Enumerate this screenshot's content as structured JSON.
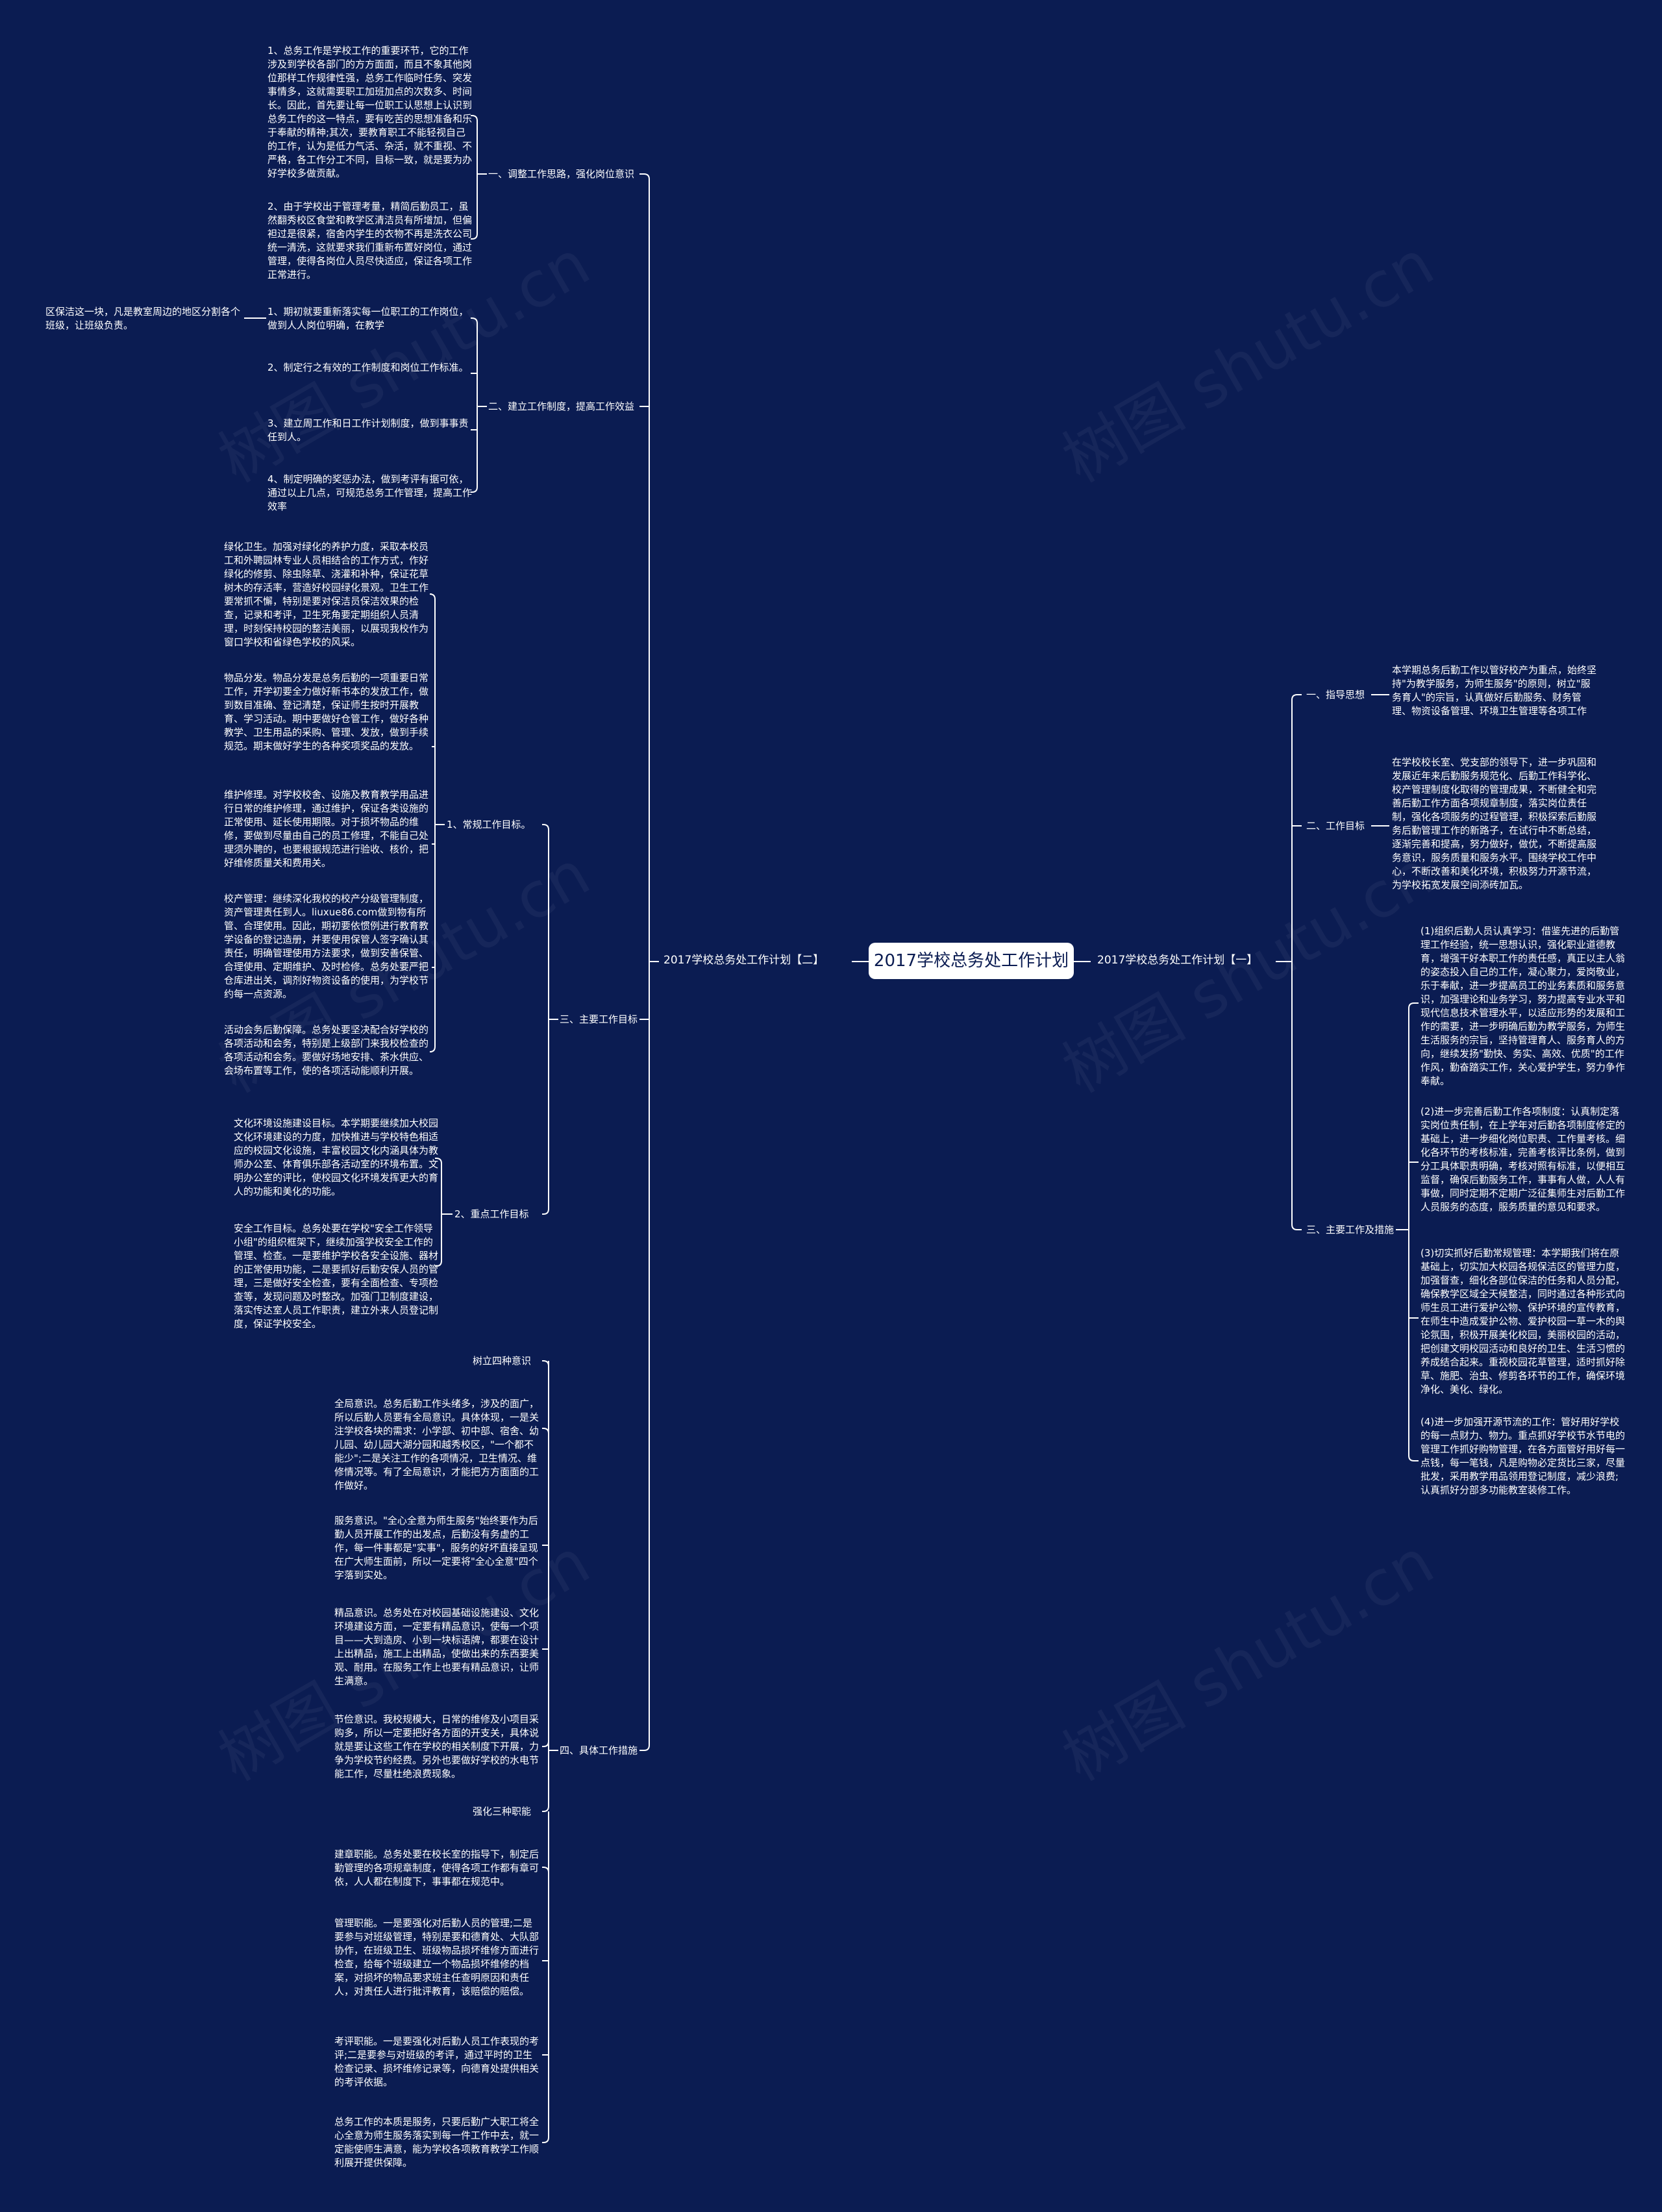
{
  "root": "2017学校总务处工作计划",
  "watermark": "树图 shutu.cn",
  "left_branch": {
    "label": "2017学校总务处工作计划【二】",
    "s1": {
      "label": "一、调整工作思路，强化岗位意识",
      "p1": "1、总务工作是学校工作的重要环节，它的工作涉及到学校各部门的方方面面，而且不象其他岗位那样工作规律性强，总务工作临时任务、突发事情多，这就需要职工加班加点的次数多、时间长。因此，首先要让每一位职工认思想上认识到总务工作的这一特点，要有吃苦的思想准备和乐于奉献的精神;其次，要教育职工不能轻视自己的工作，认为是低力气活、杂活，就不重视、不严格，各工作分工不同，目标一致，就是要为办好学校多做贡献。",
      "p2": "2、由于学校出于管理考量，精简后勤员工，虽然翻秀校区食堂和教学区清洁员有所增加，但偏袒过是很紧，宿舍内学生的衣物不再是洗衣公司统一清洗，这就要求我们重新布置好岗位，通过管理，使得各岗位人员尽快适应，保证各项工作正常进行。"
    },
    "s2": {
      "label": "二、建立工作制度，提高工作效益",
      "side_note": "区保洁这一块，凡是教室周边的地区分割各个班级，让班级负责。",
      "items": [
        "1、期初就要重新落实每一位职工的工作岗位，做到人人岗位明确，在教学",
        "2、制定行之有效的工作制度和岗位工作标准。",
        "3、建立周工作和日工作计划制度，做到事事责任到人。",
        "4、制定明确的奖惩办法，做到考评有据可依，通过以上几点，可规范总务工作管理，提高工作效率"
      ]
    },
    "s3": {
      "label": "三、主要工作目标",
      "g1": {
        "label": "1、常规工作目标。",
        "items": [
          "绿化卫生。加强对绿化的养护力度，采取本校员工和外聘园林专业人员相结合的工作方式，作好绿化的修剪、除虫除草、浇灌和补种，保证花草树木的存活率，营造好校园绿化景观。卫生工作要常抓不懈，特别是要对保洁员保洁效果的检查，记录和考评，卫生死角要定期组织人员清理，时刻保持校园的整洁美丽，以展现我校作为窗口学校和省绿色学校的风采。",
          "物品分发。物品分发是总务后勤的一项重要日常工作，开学初要全力做好新书本的发放工作，做到数目准确、登记清楚，保证师生按时开展教育、学习活动。期中要做好仓管工作，做好各种教学、卫生用品的采购、管理、发放，做到手续规范。期末做好学生的各种奖项奖品的发放。",
          "维护修理。对学校校舍、设施及教育教学用品进行日常的维护修理，通过维护，保证各类设施的正常使用、延长使用期限。对于损坏物品的维修，要做到尽量由自己的员工修理，不能自己处理须外聘的，也要根据规范进行验收、核价，把好维修质量关和费用关。",
          "校产管理：继续深化我校的校产分级管理制度，资产管理责任到人。liuxue86.com做到物有所管、合理使用。因此，期初要依惯例进行教育教学设备的登记造册，并要使用保管人签字确认其责任，明确管理使用方法要求，做到安善保管、合理使用、定期维护、及时检修。总务处要严把仓库进出关，调剂好物资设备的使用，为学校节约每一点资源。",
          "活动会务后勤保障。总务处要坚决配合好学校的各项活动和会务，特别是上级部门来我校检查的各项活动和会务。要做好场地安排、茶水供应、会场布置等工作，使的各项活动能顺利开展。"
        ]
      },
      "g2": {
        "label": "2、重点工作目标",
        "items": [
          "文化环境设施建设目标。本学期要继续加大校园文化环境建设的力度，加快推进与学校特色相适应的校园文化设施，丰富校园文化内涵具体为教师办公室、体育俱乐部各活动室的环境布置。文明办公室的评比，使校园文化环境发挥更大的育人的功能和美化的功能。",
          "安全工作目标。总务处要在学校\"安全工作领导小组\"的组织框架下，继续加强学校安全工作的管理、检查。一是要维护学校各安全设施、器材的正常使用功能，二是要抓好后勤安保人员的管理，三是做好安全检查，要有全面检查、专项检查等，发现问题及时整改。加强门卫制度建设，落实传达室人员工作职责，建立外来人员登记制度，保证学校安全。"
        ]
      }
    },
    "s4": {
      "label": "四、具体工作措施",
      "h1": "树立四种意识",
      "items1": [
        "全局意识。总务后勤工作头绪多，涉及的面广，所以后勤人员要有全局意识。具体体现，一是关注学校各块的需求：小学部、初中部、宿舍、幼儿园、幼儿园大湖分园和越秀校区，\"一个都不能少\";二是关注工作的各项情况，卫生情况、维修情况等。有了全局意识，才能把方方面面的工作做好。",
        "服务意识。\"全心全意为师生服务\"始终要作为后勤人员开展工作的出发点，后勤没有务虚的工作，每一件事都是\"实事\"，服务的好坏直接呈现在广大师生面前，所以一定要将\"全心全意\"四个字落到实处。",
        "精品意识。总务处在对校园基础设施建设、文化环境建设方面，一定要有精品意识，使每一个项目——大到造房、小到一块标语牌，都要在设计上出精品，施工上出精品，使做出来的东西要美观、耐用。在服务工作上也要有精品意识，让师生满意。",
        "节俭意识。我校规模大，日常的维修及小项目采购多，所以一定要把好各方面的开支关，具体说就是要让这些工作在学校的相关制度下开展，力争为学校节约经费。另外也要做好学校的水电节能工作，尽量杜绝浪费现象。"
      ],
      "h2": "强化三种职能",
      "items2": [
        "建章职能。总务处要在校长室的指导下，制定后勤管理的各项规章制度，使得各项工作都有章可依，人人都在制度下，事事都在规范中。",
        "管理职能。一是要强化对后勤人员的管理;二是要参与对班级管理，特别是要和德育处、大队部协作，在班级卫生、班级物品损坏维修方面进行检查，给每个班级建立一个物品损坏维修的档案，对损坏的物品要求班主任查明原因和责任人，对责任人进行批评教育，该赔偿的赔偿。",
        "考评职能。一是要强化对后勤人员工作表现的考评;二是要参与对班级的考评，通过平时的卫生检查记录、损坏维修记录等，向德育处提供相关的考评依据。",
        "总务工作的本质是服务，只要后勤广大职工将全心全意为师生服务落实到每一件工作中去，就一定能使师生满意，能为学校各项教育教学工作顺利展开提供保障。"
      ]
    }
  },
  "right_branch": {
    "label": "2017学校总务处工作计划【一】",
    "r1": {
      "label": "一、指导思想",
      "text": "本学期总务后勤工作以管好校产为重点，始终坚持\"为教学服务，为师生服务\"的原则，树立\"服务育人\"的宗旨，认真做好后勤服务、财务管理、物资设备管理、环境卫生管理等各项工作"
    },
    "r2": {
      "label": "二、工作目标",
      "text": "在学校校长室、党支部的领导下，进一步巩固和发展近年来后勤服务规范化、后勤工作科学化、校产管理制度化取得的管理成果，不断健全和完善后勤工作方面各项规章制度，落实岗位责任制，强化各项服务的过程管理，积极探索后勤服务后勤管理工作的新路子，在试行中不断总结，逐渐完善和提高，努力做好，做优，不断提高服务意识，服务质量和服务水平。围绕学校工作中心，不断改善和美化环境，积极努力开源节流，为学校拓宽发展空间添砖加瓦。"
    },
    "r3": {
      "label": "三、主要工作及措施",
      "items": [
        "(1)组织后勤人员认真学习：借鉴先进的后勤管理工作经验，统一思想认识，强化职业道德教育，增强干好本职工作的责任感，真正以主人翁的姿态投入自己的工作，凝心聚力，爱岗敬业，乐于奉献，进一步提高员工的业务素质和服务意识，加强理论和业务学习，努力提高专业水平和现代信息技术管理水平，以适应形势的发展和工作的需要，进一步明确后勤为教学服务，为师生生活服务的宗旨，坚持管理育人、服务育人的方向，继续发扬\"勤快、务实、高效、优质\"的工作作风，勤奋踏实工作，关心爱护学生，努力争作奉献。",
        "(2)进一步完善后勤工作各项制度：认真制定落实岗位责任制，在上学年对后勤各项制度修定的基础上，进一步细化岗位职责、工作量考核。细化各环节的考核标准，完善考核评比条例，做到分工具体职责明确，考核对照有标准，以便相互监督，确保后勤服务工作，事事有人做，人人有事做，同时定期不定期广泛征集师生对后勤工作人员服务的态度，服务质量的意见和要求。",
        "(3)切实抓好后勤常规管理：本学期我们将在原基础上，切实加大校园各规保洁区的管理力度，加强督查，细化各部位保洁的任务和人员分配，确保教学区域全天候整洁，同时通过各种形式向师生员工进行爱护公物、保护环境的宣传教育，在师生中造成爱护公物、爱护校园一草一木的舆论氛围，积极开展美化校园，美丽校园的活动，把创建文明校园活动和良好的卫生、生活习惯的养成结合起来。重视校园花草管理，适时抓好除草、施肥、治虫、修剪各环节的工作，确保环境净化、美化、绿化。",
        "(4)进一步加强开源节流的工作：管好用好学校的每一点财力、物力。重点抓好学校节水节电的管理工作抓好购物管理，在各方面管好用好每一点钱，每一笔钱，凡是购物必定货比三家，尽量批发，采用教学用品领用登记制度，减少浪费;认真抓好分部多功能教室装修工作。"
      ]
    }
  }
}
